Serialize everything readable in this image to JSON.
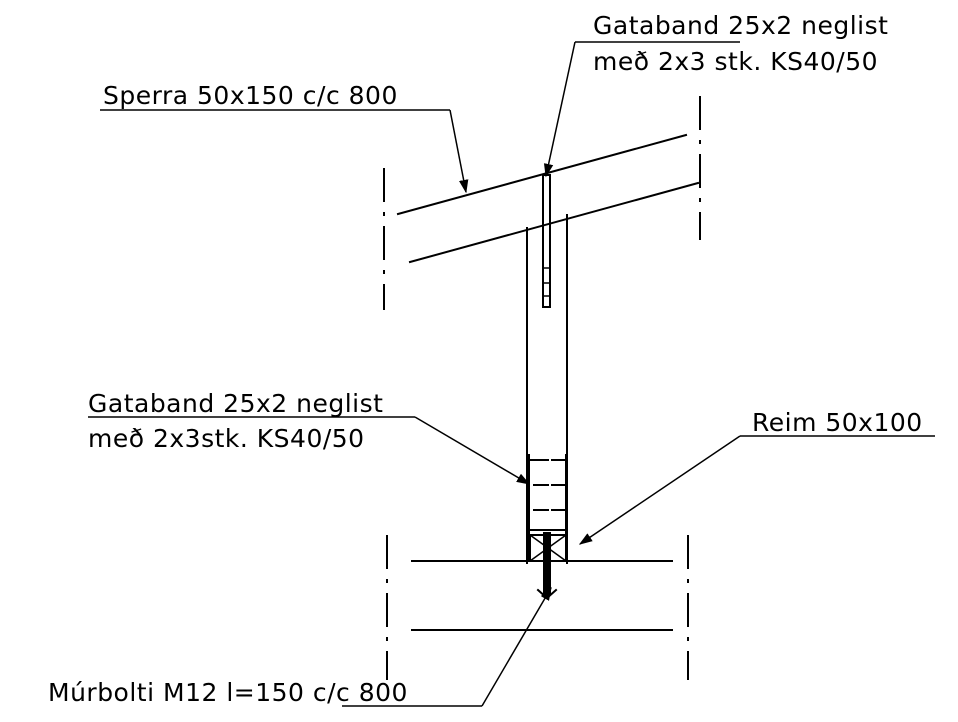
{
  "labels": {
    "top_strap_line1": "Gataband 25x2 neglist",
    "top_strap_line2": "með 2x3 stk. KS40/50",
    "rafter": "Sperra 50x150 c/c 800",
    "mid_strap_line1": "Gataband 25x2 neglist",
    "mid_strap_line2": "með 2x3stk. KS40/50",
    "plate": "Reim 50x100",
    "anchor_bolt": "Múrbolti M12 l=150 c/c 800"
  }
}
